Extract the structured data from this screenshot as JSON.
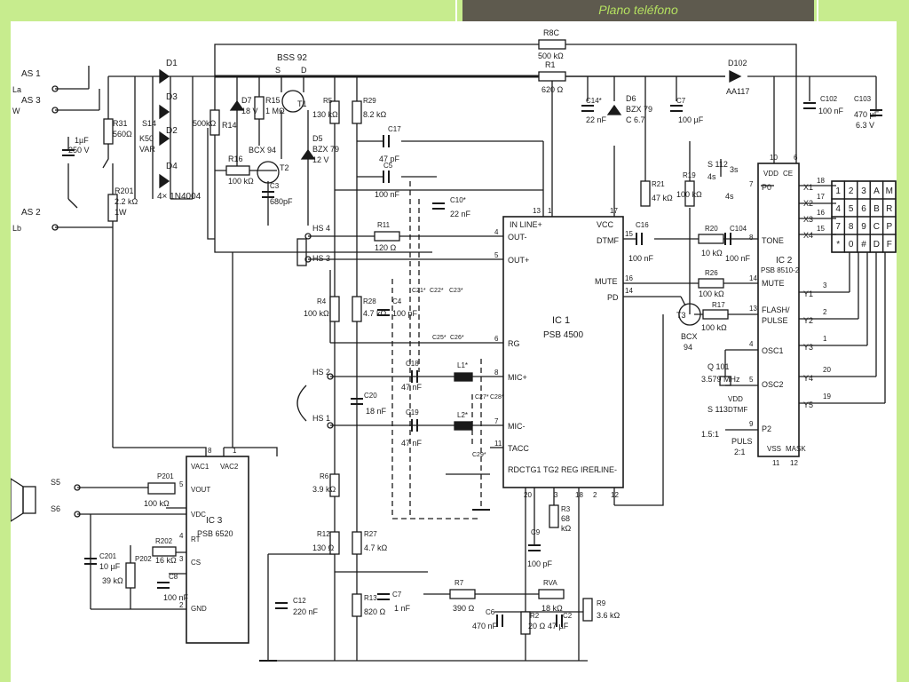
{
  "slide": {
    "title": "Plano teléfono",
    "accent": "#b4e060",
    "bar_color": "#5e5a4e"
  },
  "labels": {
    "as1": "AS 1",
    "as2": "AS 2",
    "as3": "AS 3",
    "la": "La",
    "lb": "Lb",
    "w": "W",
    "d1": "D1",
    "d2": "D2",
    "d3": "D3",
    "d4": "D4",
    "diodes": "4× 1N4004",
    "r31": "R31",
    "r31v": "560Ω",
    "s14": "S14",
    "s14v": "K50",
    "var": "VAR",
    "c1uf": "1µF",
    "c250v": "250 V",
    "r201": "R201",
    "r201v": "2.2 kΩ",
    "r201w": "1W",
    "r500k": "500kΩ",
    "r14": "R14",
    "d7": "D7",
    "d7v": "18 V",
    "r15": "R15",
    "r15v": "1 MΩ",
    "bss92": "BSS 92",
    "s": "S",
    "d": "D",
    "t1": "T1",
    "r16": "R16",
    "r16v": "100 kΩ",
    "bcx94": "BCX 94",
    "t2": "T2",
    "c3": "C3",
    "c3v": "680pF",
    "d5": "D5",
    "d5v": "BZX 79",
    "d5z": "12 V",
    "r5": "R5",
    "r5v": "130 kΩ",
    "r29": "R29",
    "r29v": "8.2 kΩ",
    "c17": "C17",
    "c17v": "47 pF",
    "c5": "C5",
    "c5v": "100 nF",
    "r8c": "R8C",
    "r8cv": "500 kΩ",
    "r1": "R1",
    "r1v": "620 Ω",
    "c14": "C14*",
    "c14v": "22 nF",
    "d6": "D6",
    "d6v": "BZX 79",
    "d6z": "C 6.7",
    "c7": "C7",
    "c7v": "100 µF",
    "d102": "D102",
    "aa117": "AA117",
    "c102": "C102",
    "c102v": "100 nF",
    "c103": "C103",
    "c103v": "470 µF",
    "c103z": "6.3 V",
    "r21": "R21",
    "r21v": "47 kΩ",
    "c10": "C10*",
    "c10v": "22 nF",
    "hs4": "HS 4",
    "hs3": "HS 3",
    "hs2": "HS 2",
    "hs1": "HS 1",
    "r11": "R11",
    "r11v": "120 Ω",
    "r4": "R4",
    "r4v": "100 kΩ",
    "r28": "R28",
    "r28v": "4.7 kΩ",
    "c4": "C4",
    "c4v": "100 pF",
    "c21": "C21*",
    "c22": "C22*",
    "c23": "C23*",
    "c25": "C25*",
    "c26": "C26*",
    "c18": "C18",
    "c18v": "47 nF",
    "c20": "C20",
    "c20v": "18 nF",
    "c19": "C19",
    "c19v": "47 nF",
    "l1": "L1*",
    "l2": "L2*",
    "c27": "C27*",
    "c28": "C28*",
    "c29": "C29*",
    "ic1": "IC 1",
    "ic1n": "PSB 4500",
    "in_line": "IN LINE+",
    "vcc": "VCC",
    "out_m": "OUT-",
    "out_p": "OUT+",
    "rg": "RG",
    "mic_p": "MIC+",
    "mic_m": "MIC-",
    "tacc": "TACC",
    "rdc": "RDC",
    "tg1": "TG1",
    "tg2": "TG2",
    "reg": "REG",
    "iref": "IREF",
    "line_m": "LINE-",
    "dtmf": "DTMF",
    "mute": "MUTE",
    "pd": "PD",
    "p4": "4",
    "p5": "5",
    "p6": "6",
    "p8": "8",
    "p7": "7",
    "p11": "11",
    "p13": "13",
    "p1": "1",
    "p17": "17",
    "p15": "15",
    "p16": "16",
    "p14": "14",
    "p20": "20",
    "p3": "3",
    "p18": "18",
    "p2": "2",
    "p12": "12",
    "c16": "C16",
    "c16v": "100 nF",
    "r19": "R19",
    "r19v": "100 kΩ",
    "s112": "S 112",
    "s3s": "3s",
    "s4s": "4s",
    "s4s2": "4s",
    "r20": "R20",
    "r20v": "10 kΩ",
    "c104": "C104",
    "c104v": "100 nF",
    "r26": "R26",
    "r26v": "100 kΩ",
    "r17": "R17",
    "r17v": "100 kΩ",
    "t3": "T3",
    "bcx94b": "BCX",
    "bcx94c": "94",
    "q101": "Q 101",
    "q101v": "3.579 MHz",
    "s113": "S 113",
    "vdd": "VDD",
    "dtmf2": "DTMF",
    "puls": "PULS",
    "ratio1": "1.5:1",
    "ratio2": "2:1",
    "ic2": "IC 2",
    "ic2n": "PSB 8510-2",
    "p0": "P0",
    "tone": "TONE",
    "flash": "FLASH/",
    "pulse": "PULSE",
    "osc1": "OSC1",
    "osc2": "OSC2",
    "p2pin": "P2",
    "vss": "VSS",
    "mask": "MASK",
    "ce": "CE",
    "x1": "X1",
    "x2": "X2",
    "x3": "X3",
    "x4": "X4",
    "y1": "Y1",
    "y2": "Y2",
    "y3": "Y3",
    "y4": "Y4",
    "y5": "Y5",
    "n10": "10",
    "n6": "6",
    "n18": "18",
    "n17": "17",
    "n16": "16",
    "n15": "15",
    "n3": "3",
    "n2": "2",
    "n1": "1",
    "n20": "20",
    "n19": "19",
    "n9": "9",
    "n8": "8",
    "n4": "4",
    "n5": "5",
    "n11": "11",
    "n12": "12",
    "n7": "7",
    "n14": "14",
    "ic3": "IC 3",
    "ic3n": "PSB 6520",
    "vac1": "VAC1",
    "vac2": "VAC2",
    "vout": "VOUT",
    "vdc": "VDC",
    "rt": "RT",
    "cs": "CS",
    "gnd": "GND",
    "n_8": "8",
    "n_1": "1",
    "n_5": "5",
    "n_4": "4",
    "n_3": "3",
    "n_2": "2",
    "s5": "S5",
    "s6": "S6",
    "p201": "P201",
    "p201v": "100 kΩ",
    "r202": "R202",
    "r202v": "16 kΩ",
    "c201": "C201",
    "c201v": "10 µF",
    "p202": "P202",
    "p202v": "39 kΩ",
    "c8": "C8",
    "c8v": "100 nF",
    "r6": "R6",
    "r6v": "3.9 kΩ",
    "r12": "R12",
    "r12v": "130 Ω",
    "r27": "R27",
    "r27v": "4.7 kΩ",
    "c12": "C12",
    "c12v": "220 nF",
    "r13": "R13",
    "r13v": "820 Ω",
    "c7b": "C7",
    "c7bv": "1 nF",
    "r7": "R7",
    "r7v": "390 Ω",
    "c6": "C6",
    "c6v": "470 nF",
    "r2": "R2",
    "r2v": "20 Ω",
    "c2": "C2",
    "c2v": "47 µF",
    "rva": "RVA",
    "rvav": "18 kΩ",
    "r9": "R9",
    "r9v": "3.6 kΩ",
    "c9": "C9",
    "c9v": "100 pF",
    "r3": "R3",
    "r3v": "68",
    "r3w": "kΩ",
    "keys": [
      "1",
      "2",
      "3",
      "A",
      "M",
      "4",
      "5",
      "6",
      "B",
      "R",
      "7",
      "8",
      "9",
      "C",
      "P",
      "*",
      "0",
      "#",
      "D",
      "F"
    ]
  }
}
